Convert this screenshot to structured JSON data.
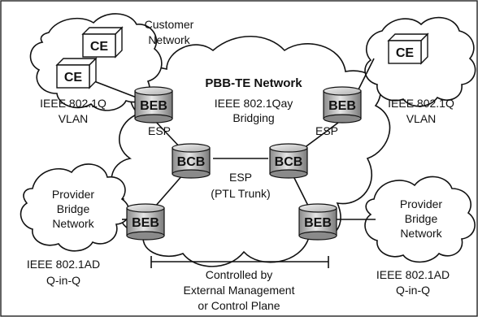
{
  "title": "PBB-TE Network",
  "core_labels": {
    "bridging_line1": "IEEE 802.1Qay",
    "bridging_line2": "Bridging",
    "esp_left": "ESP",
    "esp_right": "ESP",
    "esp_trunk_line1": "ESP",
    "esp_trunk_line2": "(PTL Trunk)"
  },
  "customer_network": {
    "line1": "Customer",
    "line2": "Network"
  },
  "nodes": {
    "ce": "CE",
    "beb": "BEB",
    "bcb": "BCB"
  },
  "left_vlan": {
    "line1": "IEEE 802.1Q",
    "line2": "VLAN"
  },
  "right_vlan": {
    "line1": "IEEE 802.1Q",
    "line2": "VLAN"
  },
  "left_provider": {
    "line1": "Provider",
    "line2": "Bridge",
    "line3": "Network"
  },
  "right_provider": {
    "line1": "Provider",
    "line2": "Bridge",
    "line3": "Network"
  },
  "left_qinq": {
    "line1": "IEEE 802.1AD",
    "line2": "Q-in-Q"
  },
  "right_qinq": {
    "line1": "IEEE 802.1AD",
    "line2": "Q-in-Q"
  },
  "control": {
    "line1": "Controlled by",
    "line2": "External Management",
    "line3": "or Control Plane"
  }
}
